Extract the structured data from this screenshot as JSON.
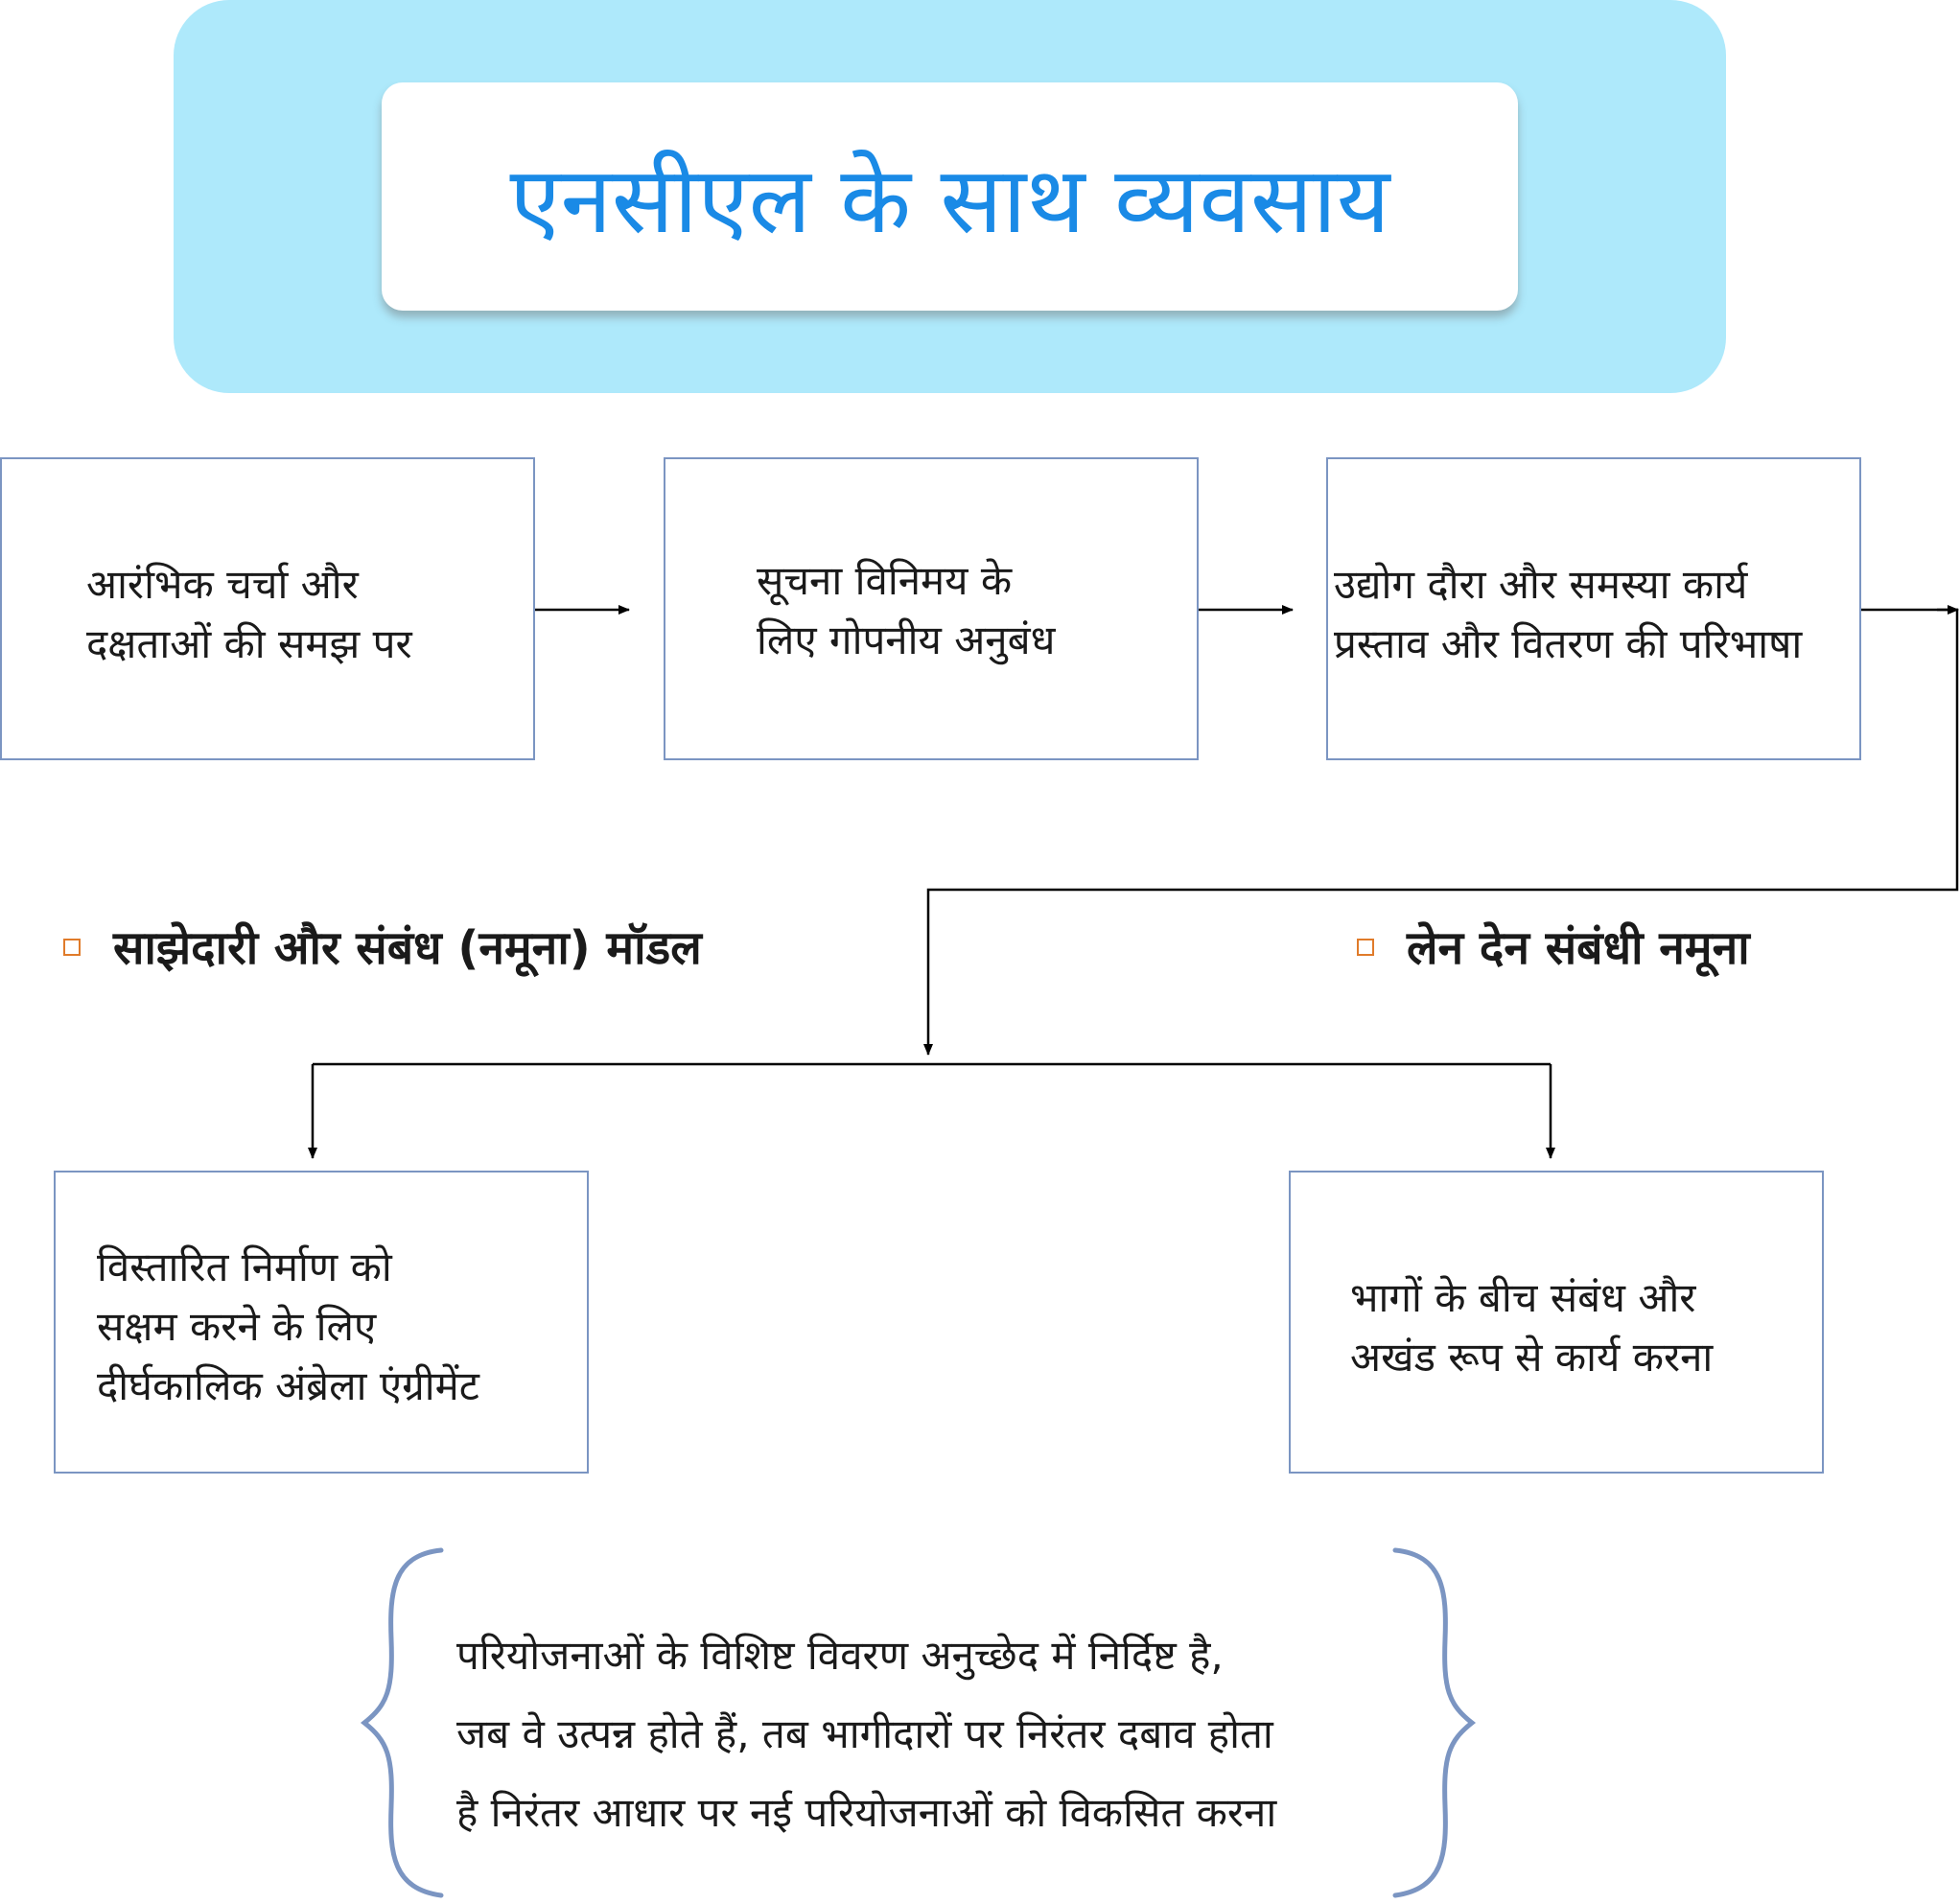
{
  "header": {
    "title": "एनसीएल के साथ व्यवसाय"
  },
  "steps": [
    {
      "lines": [
        "आरंभिक चर्चा और",
        "दक्षताओं की समझ पर"
      ]
    },
    {
      "lines": [
        "सूचना विनिमय के",
        "लिए गोपनीय अनुबंध"
      ]
    },
    {
      "lines": [
        "उद्योग  दौरा और समस्या कार्य",
        "प्रस्ताव और वितरण की परिभाषा"
      ]
    }
  ],
  "models": {
    "partnership_label": "साझेदारी और संबंध (नमूना) मॉडल",
    "transaction_label": "लेन देन संबंधी नमूना"
  },
  "outcomes": [
    {
      "lines": [
        "विस्तारित निर्माण को",
        "सक्षम करने के लिए",
        "दीर्घकालिक अंब्रेला एंग्रीमेंट"
      ]
    },
    {
      "lines": [
        "भागों के बीच  संबंध और",
        "अखंड रूप से कार्य करना"
      ]
    }
  ],
  "note": {
    "lines": [
      "परियोजनाओं के  विशिष्ट विवरण अनुच्छेद में निर्दिष्ट है,",
      "जब वे उत्पन्न होते हैं, तब  भागीदारों पर निरंतर दबाव होता",
      "है निरंतर आधार पर नई परियोजनाओं को विकसित करना"
    ]
  },
  "colors": {
    "header_panel": "#aee9fb",
    "title_text": "#1a8ae6",
    "box_border": "#7b95c2",
    "bullet": "#e07b2a",
    "brace": "#7b95c2"
  }
}
